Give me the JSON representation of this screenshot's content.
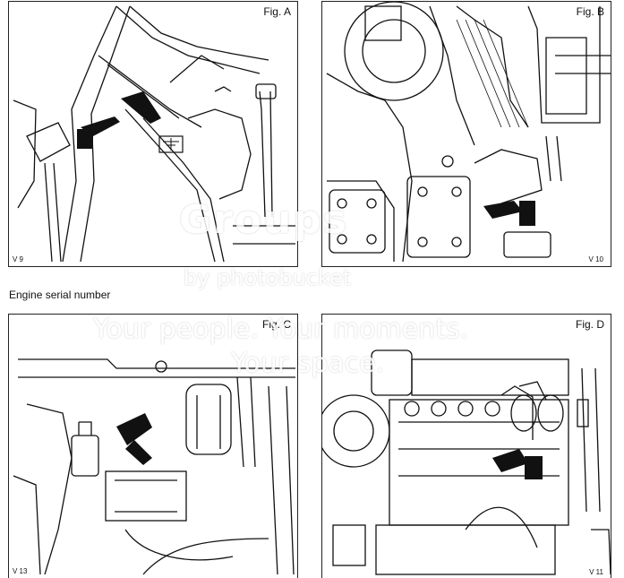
{
  "figures": [
    {
      "id": "a",
      "label": "Fig. A",
      "ref": "V 9"
    },
    {
      "id": "b",
      "label": "Fig. B",
      "ref": "V 10"
    },
    {
      "id": "c",
      "label": "Fig. C",
      "ref": "V 13"
    },
    {
      "id": "d",
      "label": "Fig. D",
      "ref": "V 11"
    }
  ],
  "section_caption": "Engine serial number",
  "watermark": {
    "brand": "Groups",
    "by": "by photobucket",
    "tagline_1": "Your people. Your moments.",
    "tagline_2": "Your space."
  }
}
